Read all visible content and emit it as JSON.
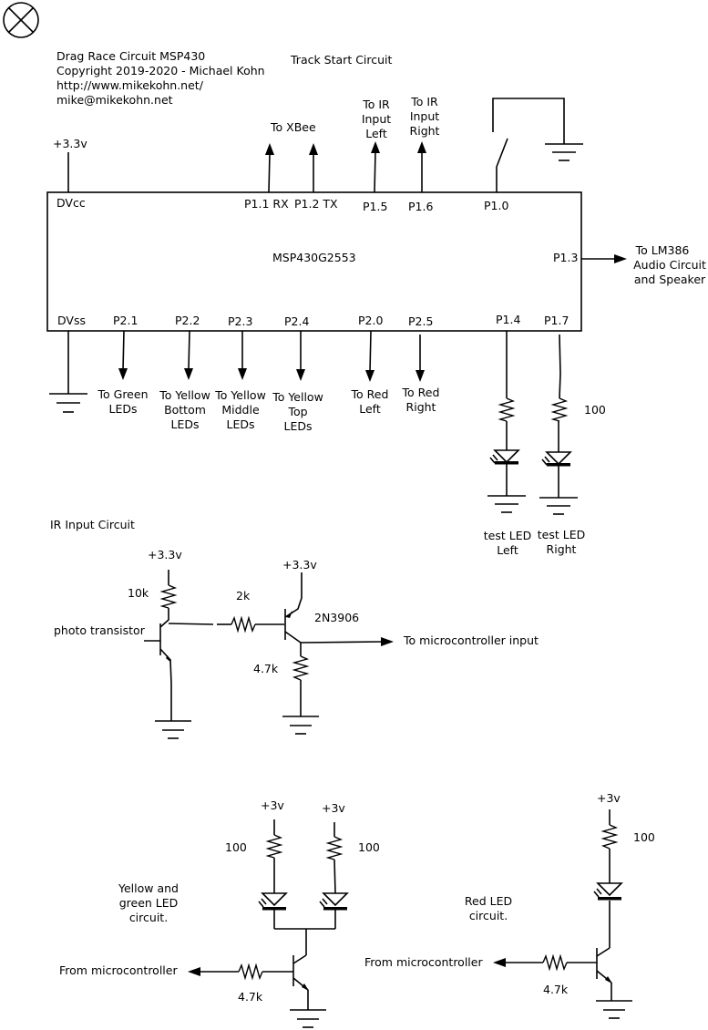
{
  "header": {
    "lines": [
      "Drag Race Circuit MSP430",
      "Copyright 2019-2020 - Michael Kohn",
      "http://www.mikekohn.net/",
      "mike@mikekohn.net"
    ]
  },
  "track_start": {
    "title": "Track Start Circuit",
    "vcc": "+3.3v",
    "chip": "MSP430G2553",
    "pins": {
      "dvcc": "DVcc",
      "dvss": "DVss",
      "p11": "P1.1 RX",
      "p12": "P1.2 TX",
      "p15": "P1.5",
      "p16": "P1.6",
      "p10": "P1.0",
      "p13": "P1.3",
      "p21": "P2.1",
      "p22": "P2.2",
      "p23": "P2.3",
      "p24": "P2.4",
      "p20": "P2.0",
      "p25": "P2.5",
      "p14": "P1.4",
      "p17": "P1.7"
    },
    "to_xbee": "To XBee",
    "ir_left": [
      "To IR",
      "Input",
      "Left"
    ],
    "ir_right": [
      "To IR",
      "Input",
      "Right"
    ],
    "lm386": [
      "To LM386",
      "Audio Circuit",
      "and Speaker"
    ],
    "green": [
      "To Green",
      "LEDs"
    ],
    "yellow_bottom": [
      "To Yellow",
      "Bottom",
      "LEDs"
    ],
    "yellow_middle": [
      "To Yellow",
      "Middle",
      "LEDs"
    ],
    "yellow_top": [
      "To Yellow",
      "Top",
      "LEDs"
    ],
    "red_left": [
      "To Red",
      "Left"
    ],
    "red_right": [
      "To Red",
      "Right"
    ],
    "res_100": "100",
    "test_left": [
      "test LED",
      "Left"
    ],
    "test_right": [
      "test LED",
      "Right"
    ]
  },
  "ir_input": {
    "title": "IR Input Circuit",
    "vcc_a": "+3.3v",
    "vcc_b": "+3.3v",
    "r10k": "10k",
    "r2k": "2k",
    "r47k": "4.7k",
    "photo": "photo transistor",
    "transistor": "2N3906",
    "to_mcu": "To microcontroller input"
  },
  "yellow_green": {
    "vcc_a": "+3v",
    "vcc_b": "+3v",
    "r_a": "100",
    "r_b": "100",
    "label": [
      "Yellow and",
      "green LED",
      "circuit."
    ],
    "from": "From microcontroller",
    "r_base": "4.7k"
  },
  "red_led": {
    "vcc": "+3v",
    "r": "100",
    "label": [
      "Red LED",
      "circuit."
    ],
    "from": "From microcontroller",
    "r_base": "4.7k"
  }
}
